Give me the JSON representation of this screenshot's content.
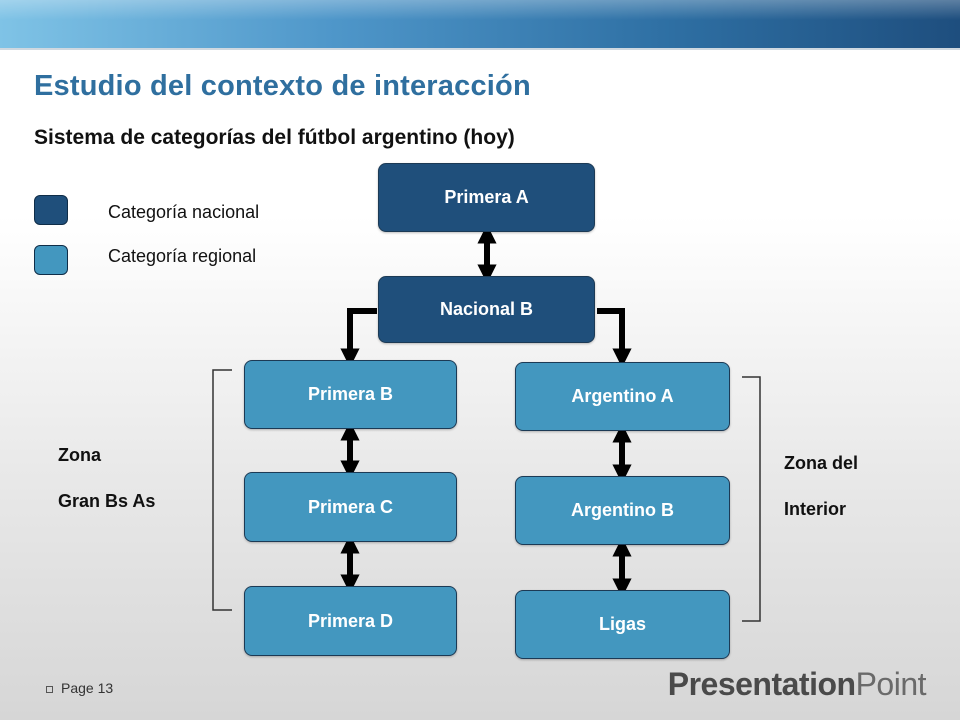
{
  "slide": {
    "title": "Estudio del contexto de interacción",
    "subtitle": "Sistema de categorías del fútbol argentino (hoy)"
  },
  "legend": {
    "national_label": "Categoría nacional",
    "regional_label": "Categoría regional",
    "national_color": "#1f4f7b",
    "regional_color": "#4397bf"
  },
  "boxes": {
    "primera_a": "Primera A",
    "nacional_b": "Nacional B",
    "primera_b": "Primera B",
    "primera_c": "Primera C",
    "primera_d": "Primera D",
    "argentino_a": "Argentino A",
    "argentino_b": "Argentino B",
    "ligas": "Ligas"
  },
  "zones": {
    "left_line1": "Zona",
    "left_line2": "Gran Bs As",
    "right_line1": "Zona del",
    "right_line2": "Interior"
  },
  "footer": {
    "page": "Page 13",
    "logo_bold": "Presentation",
    "logo_light": "Point"
  }
}
